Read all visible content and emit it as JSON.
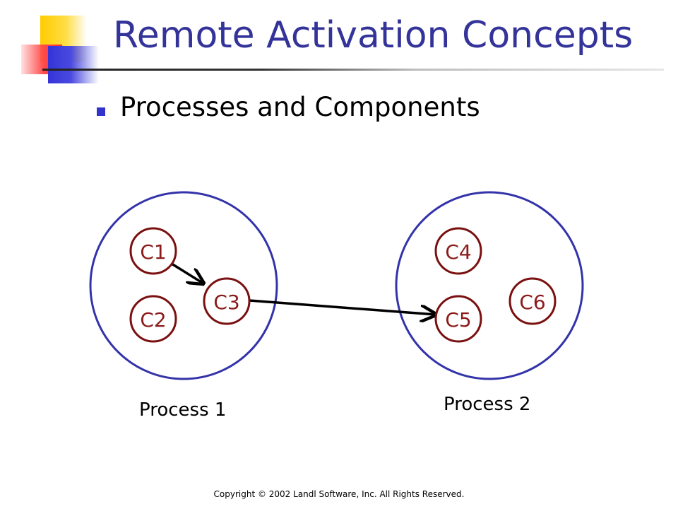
{
  "slide": {
    "title": "Remote Activation Concepts",
    "bullet": "Processes and Components",
    "footer": "Copyright © 2002 Landl Software, Inc. All Rights Reserved."
  },
  "diagram": {
    "processes": [
      {
        "id": "p1",
        "label": "Process 1"
      },
      {
        "id": "p2",
        "label": "Process 2"
      }
    ],
    "components": [
      {
        "id": "c1",
        "label": "C1",
        "process": "p1"
      },
      {
        "id": "c2",
        "label": "C2",
        "process": "p1"
      },
      {
        "id": "c3",
        "label": "C3",
        "process": "p1"
      },
      {
        "id": "c4",
        "label": "C4",
        "process": "p2"
      },
      {
        "id": "c5",
        "label": "C5",
        "process": "p2"
      },
      {
        "id": "c6",
        "label": "C6",
        "process": "p2"
      }
    ],
    "connections": [
      {
        "from": "c1",
        "to": "c3"
      },
      {
        "from": "c3",
        "to": "c5"
      }
    ]
  },
  "colors": {
    "title": "#333399",
    "process_stroke": "#3333aa",
    "component_stroke": "#7a1010",
    "component_text": "#8b1a1a",
    "arrow": "#000000"
  }
}
